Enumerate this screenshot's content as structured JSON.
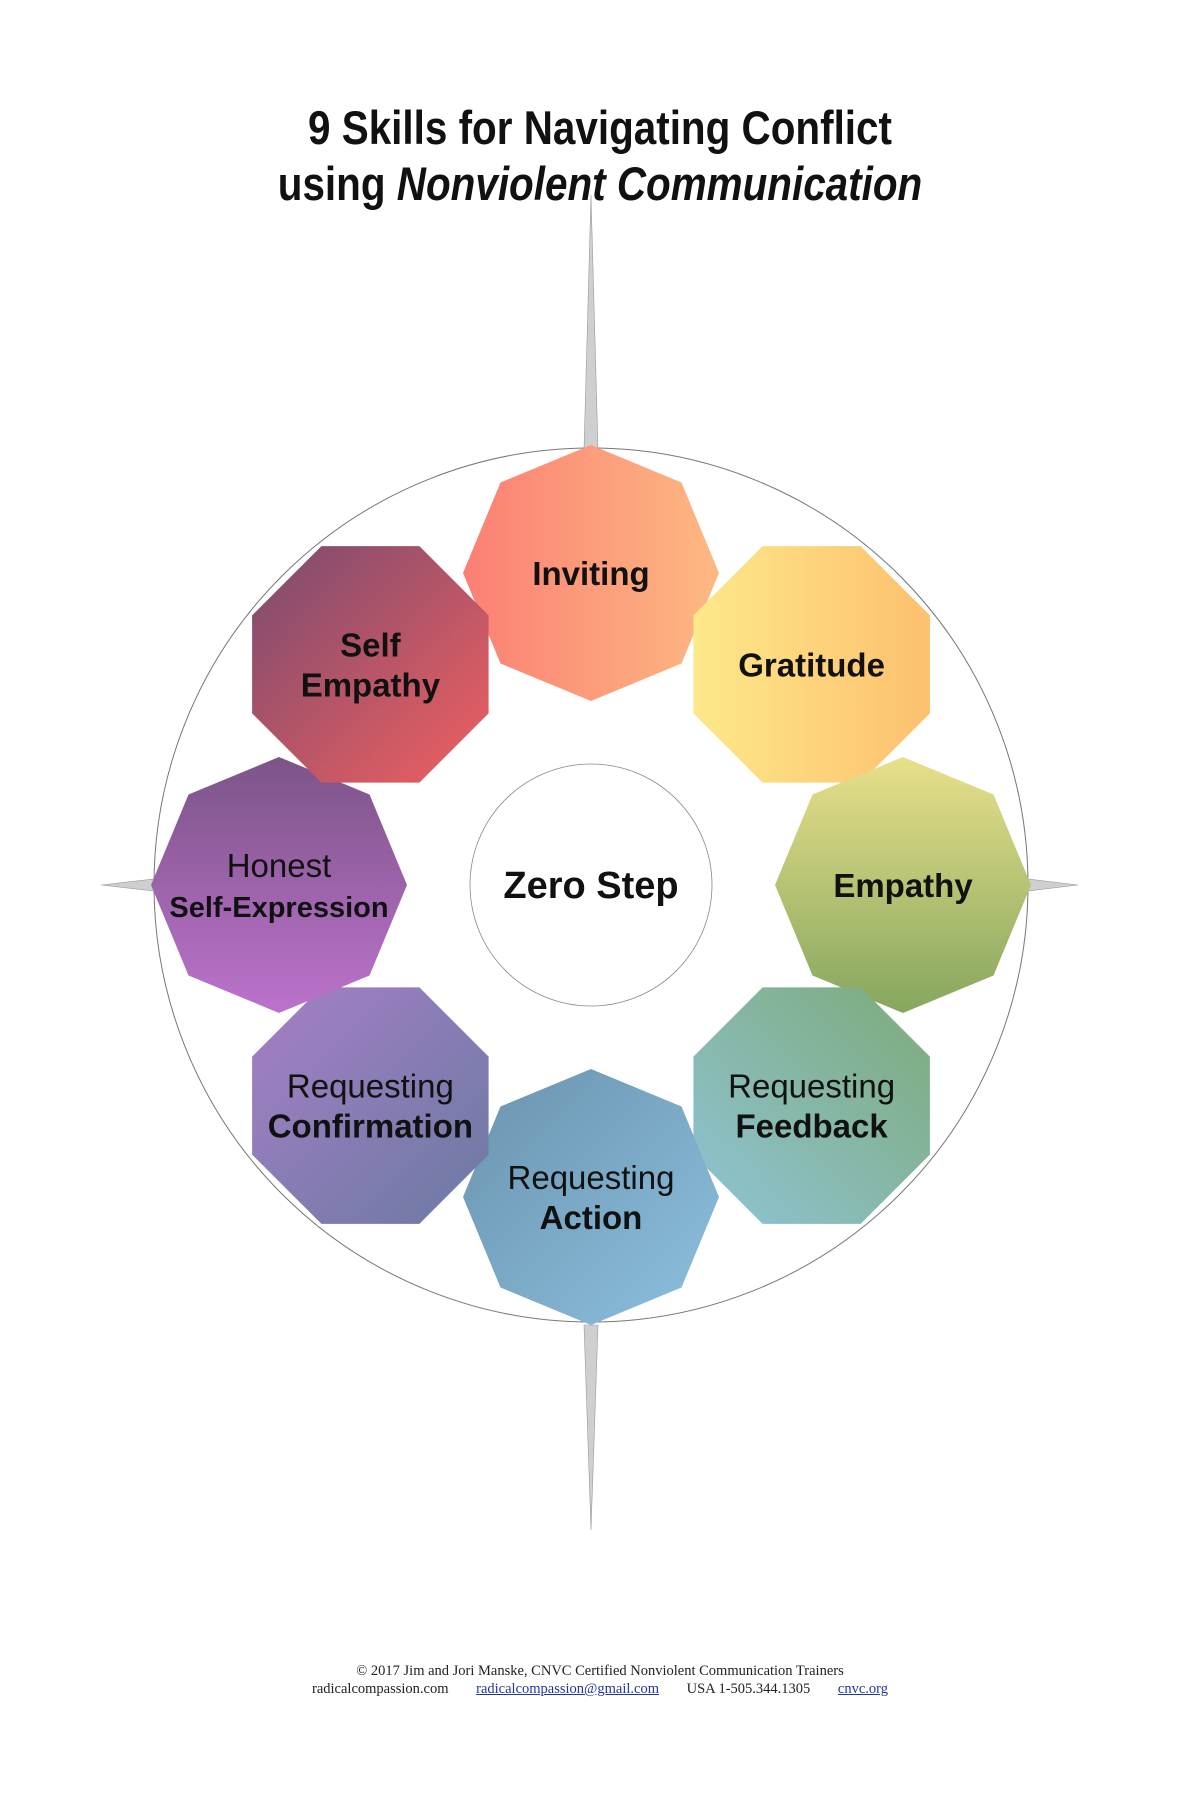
{
  "title": {
    "line1": "9 Skills for Navigating Conflict",
    "line2_prefix": "using ",
    "line2_italic": "Nonviolent Communication"
  },
  "center": {
    "label": "Zero Step"
  },
  "skills": [
    {
      "id": "inviting",
      "light": "",
      "bold": "Inviting",
      "bold2": "",
      "c1": "#fb7f74",
      "c2": "#fdb982",
      "dir": "h"
    },
    {
      "id": "gratitude",
      "light": "",
      "bold": "Gratitude",
      "bold2": "",
      "c1": "#fde88a",
      "c2": "#fdc06e",
      "dir": "h"
    },
    {
      "id": "empathy",
      "light": "",
      "bold": "Empathy",
      "bold2": "",
      "c1": "#e8e08a",
      "c2": "#86a65e",
      "dir": "v"
    },
    {
      "id": "requesting-feedback",
      "light": "Requesting",
      "bold": "Feedback",
      "bold2": "",
      "c1": "#8fc4d6",
      "c2": "#7daa78",
      "dir": "d2"
    },
    {
      "id": "requesting-action",
      "light": "Requesting",
      "bold": "Action",
      "bold2": "",
      "c1": "#6a93ad",
      "c2": "#8cc0e0",
      "dir": "d"
    },
    {
      "id": "requesting-confirmation",
      "light": "Requesting",
      "bold": "Confirmation",
      "bold2": "",
      "c1": "#a67fc6",
      "c2": "#6a7aa2",
      "dir": "d"
    },
    {
      "id": "honest-self-expression",
      "light": "Honest",
      "bold": "Self-Expression",
      "bold2": "",
      "c1": "#7c5488",
      "c2": "#bc72cc",
      "dir": "v"
    },
    {
      "id": "self-empathy",
      "light": "",
      "bold": "Self",
      "bold2": "Empathy",
      "c1": "#7a4a70",
      "c2": "#f0605f",
      "dir": "d3"
    }
  ],
  "footer": {
    "line1": "© 2017  Jim and Jori Manske, CNVC Certified Nonviolent Communication Trainers",
    "website": "radicalcompassion.com",
    "email": "radicalcompassion@gmail.com",
    "phone": "USA 1-505.344.1305",
    "org_link": "cnvc.org"
  }
}
